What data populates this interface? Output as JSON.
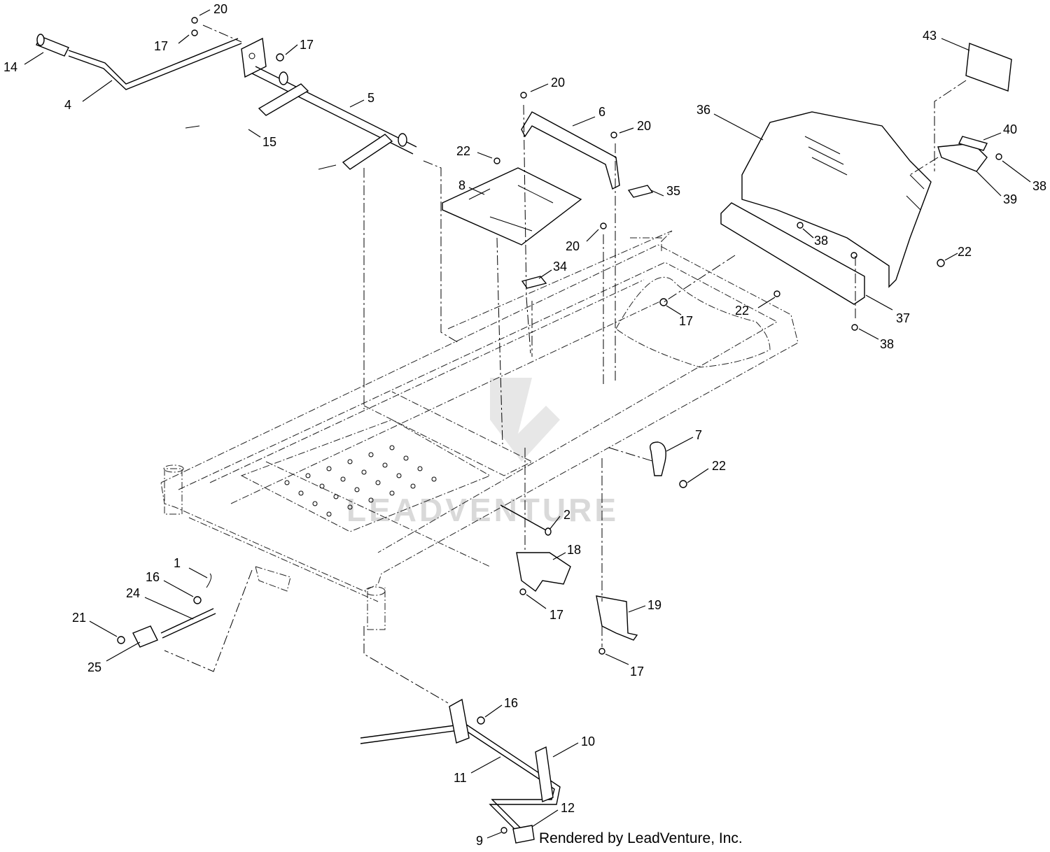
{
  "watermark": "LEADVENTURE",
  "footer": "Rendered by LeadVenture, Inc.",
  "callouts": [
    "20",
    "17",
    "17",
    "14",
    "4",
    "5",
    "15",
    "20",
    "6",
    "20",
    "22",
    "8",
    "20",
    "35",
    "34",
    "43",
    "36",
    "40",
    "38",
    "39",
    "38",
    "22",
    "17",
    "22",
    "37",
    "38",
    "7",
    "22",
    "2",
    "18",
    "17",
    "19",
    "17",
    "1",
    "16",
    "24",
    "21",
    "25",
    "16",
    "10",
    "11",
    "12",
    "9"
  ]
}
